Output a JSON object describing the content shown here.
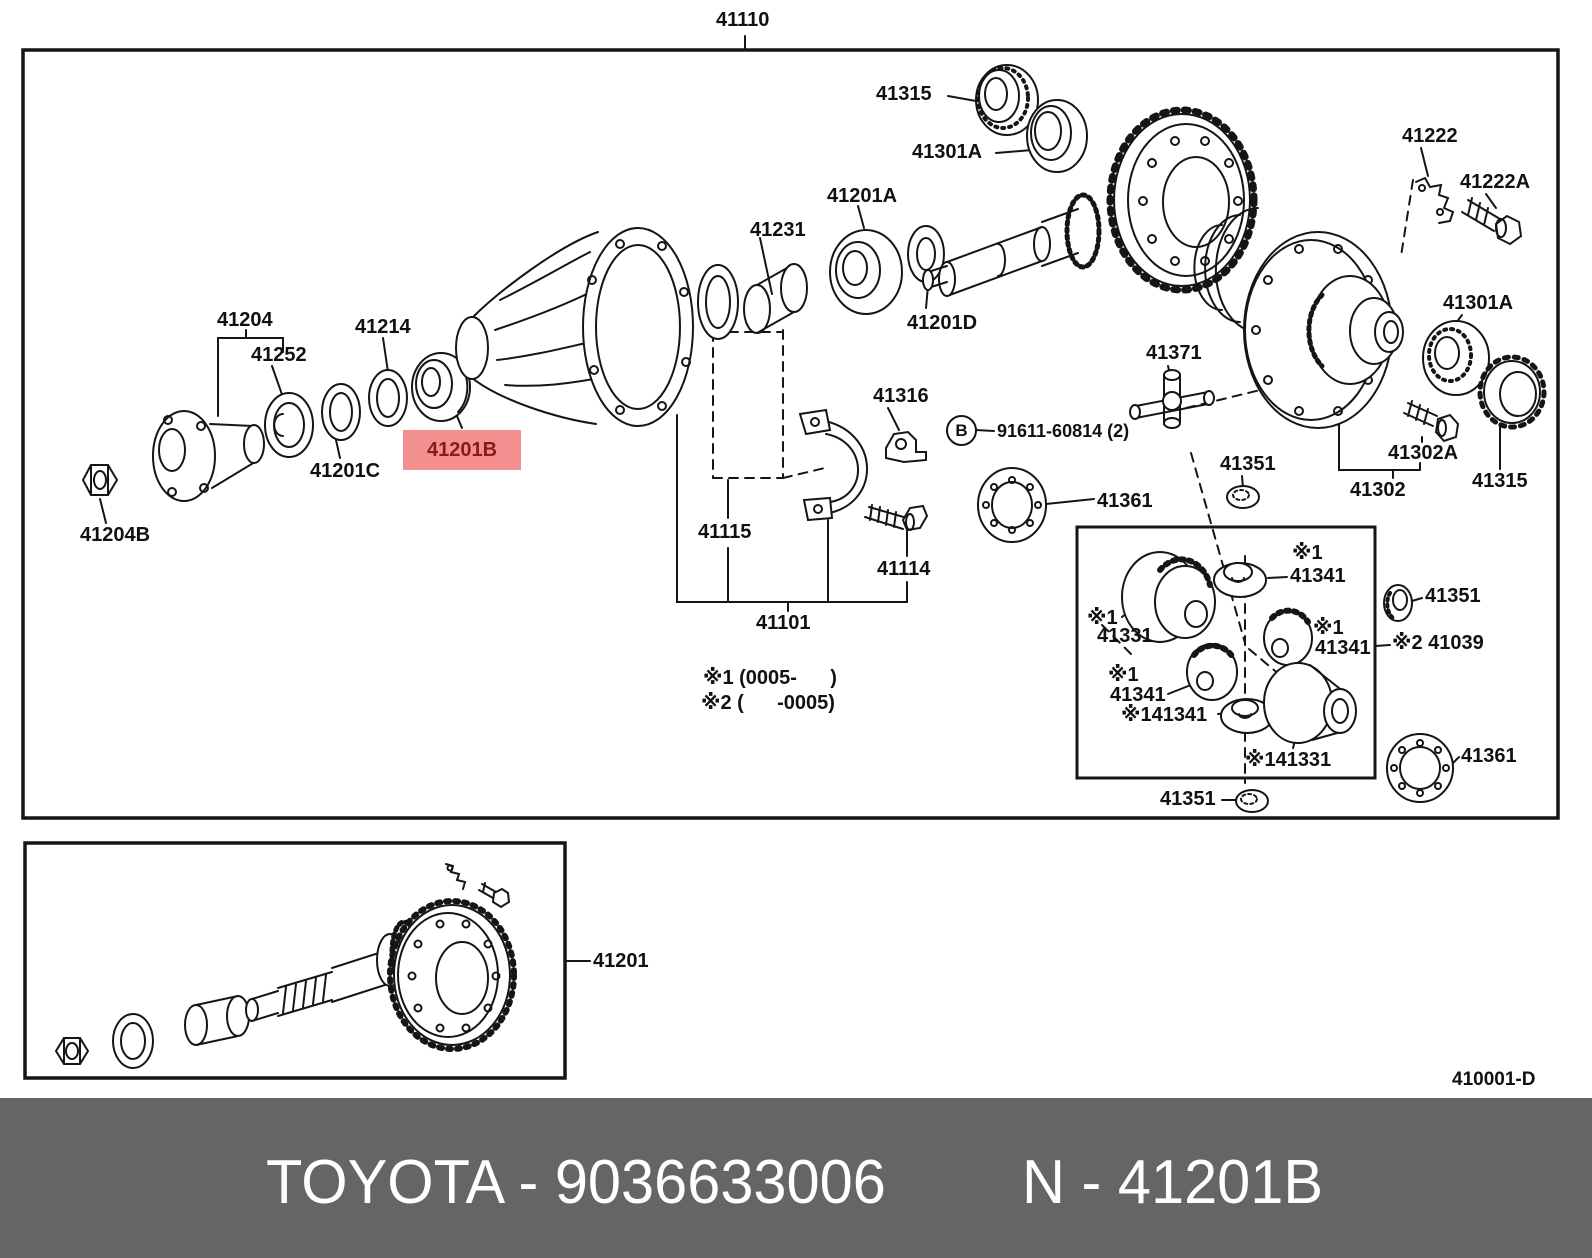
{
  "colors": {
    "highlight_bg": "#f49090",
    "highlight_fg": "#8b1a1a",
    "footer_bg": "#656565",
    "footer_fg": "#ffffff",
    "line": "#151515"
  },
  "footer": {
    "left_text": "TOYOTA - 9036633006",
    "right_text": "N - 41201B"
  },
  "sheet_code": "410001-D",
  "highlighted_part": "41201B",
  "callouts": {
    "ref_top": "41110",
    "bearing_41315_top": "41315",
    "seal_41301a_top": "41301A",
    "bearing_41201a": "41201A",
    "spacer_41231": "41231",
    "washer_41201d": "41201D",
    "lock_41222": "41222",
    "bolt_41222a": "41222A",
    "bearing_41301a_right": "41301A",
    "flange_41204": "41204",
    "seal_41252": "41252",
    "ring_41214": "41214",
    "ring_41201c": "41201C",
    "bearing_41201b": "41201B",
    "nut_41204b": "41204B",
    "shim_41115": "41115",
    "stopper_41316": "41316",
    "bolt_41114": "41114",
    "carrier_41101": "41101",
    "spider_41371": "41371",
    "b_mark": "B",
    "bolt_code": "91611-60814 (2)",
    "washer_41361_left": "41361",
    "washer_41351_upper": "41351",
    "note_1": "※1 (0005-      )",
    "note_2": "※2 (      -0005)",
    "mark1_a": "※1",
    "gear_41341_top": "41341",
    "mark1_b": "※1",
    "gear_41331": "41331",
    "mark1_c": "※1",
    "gear_41341_right": "41341",
    "mark1_d": "※1",
    "gear_41341_lower": "41341",
    "gear_141341": "※141341",
    "gear_141331": "※141331",
    "washer_41351_right": "41351",
    "kit_41039": "※2 41039",
    "washer_41361_right": "41361",
    "washer_41351_bottom": "41351",
    "bolt_41302a": "41302A",
    "case_41302": "41302",
    "washer_41315_right": "41315",
    "pinion_41201": "41201"
  }
}
